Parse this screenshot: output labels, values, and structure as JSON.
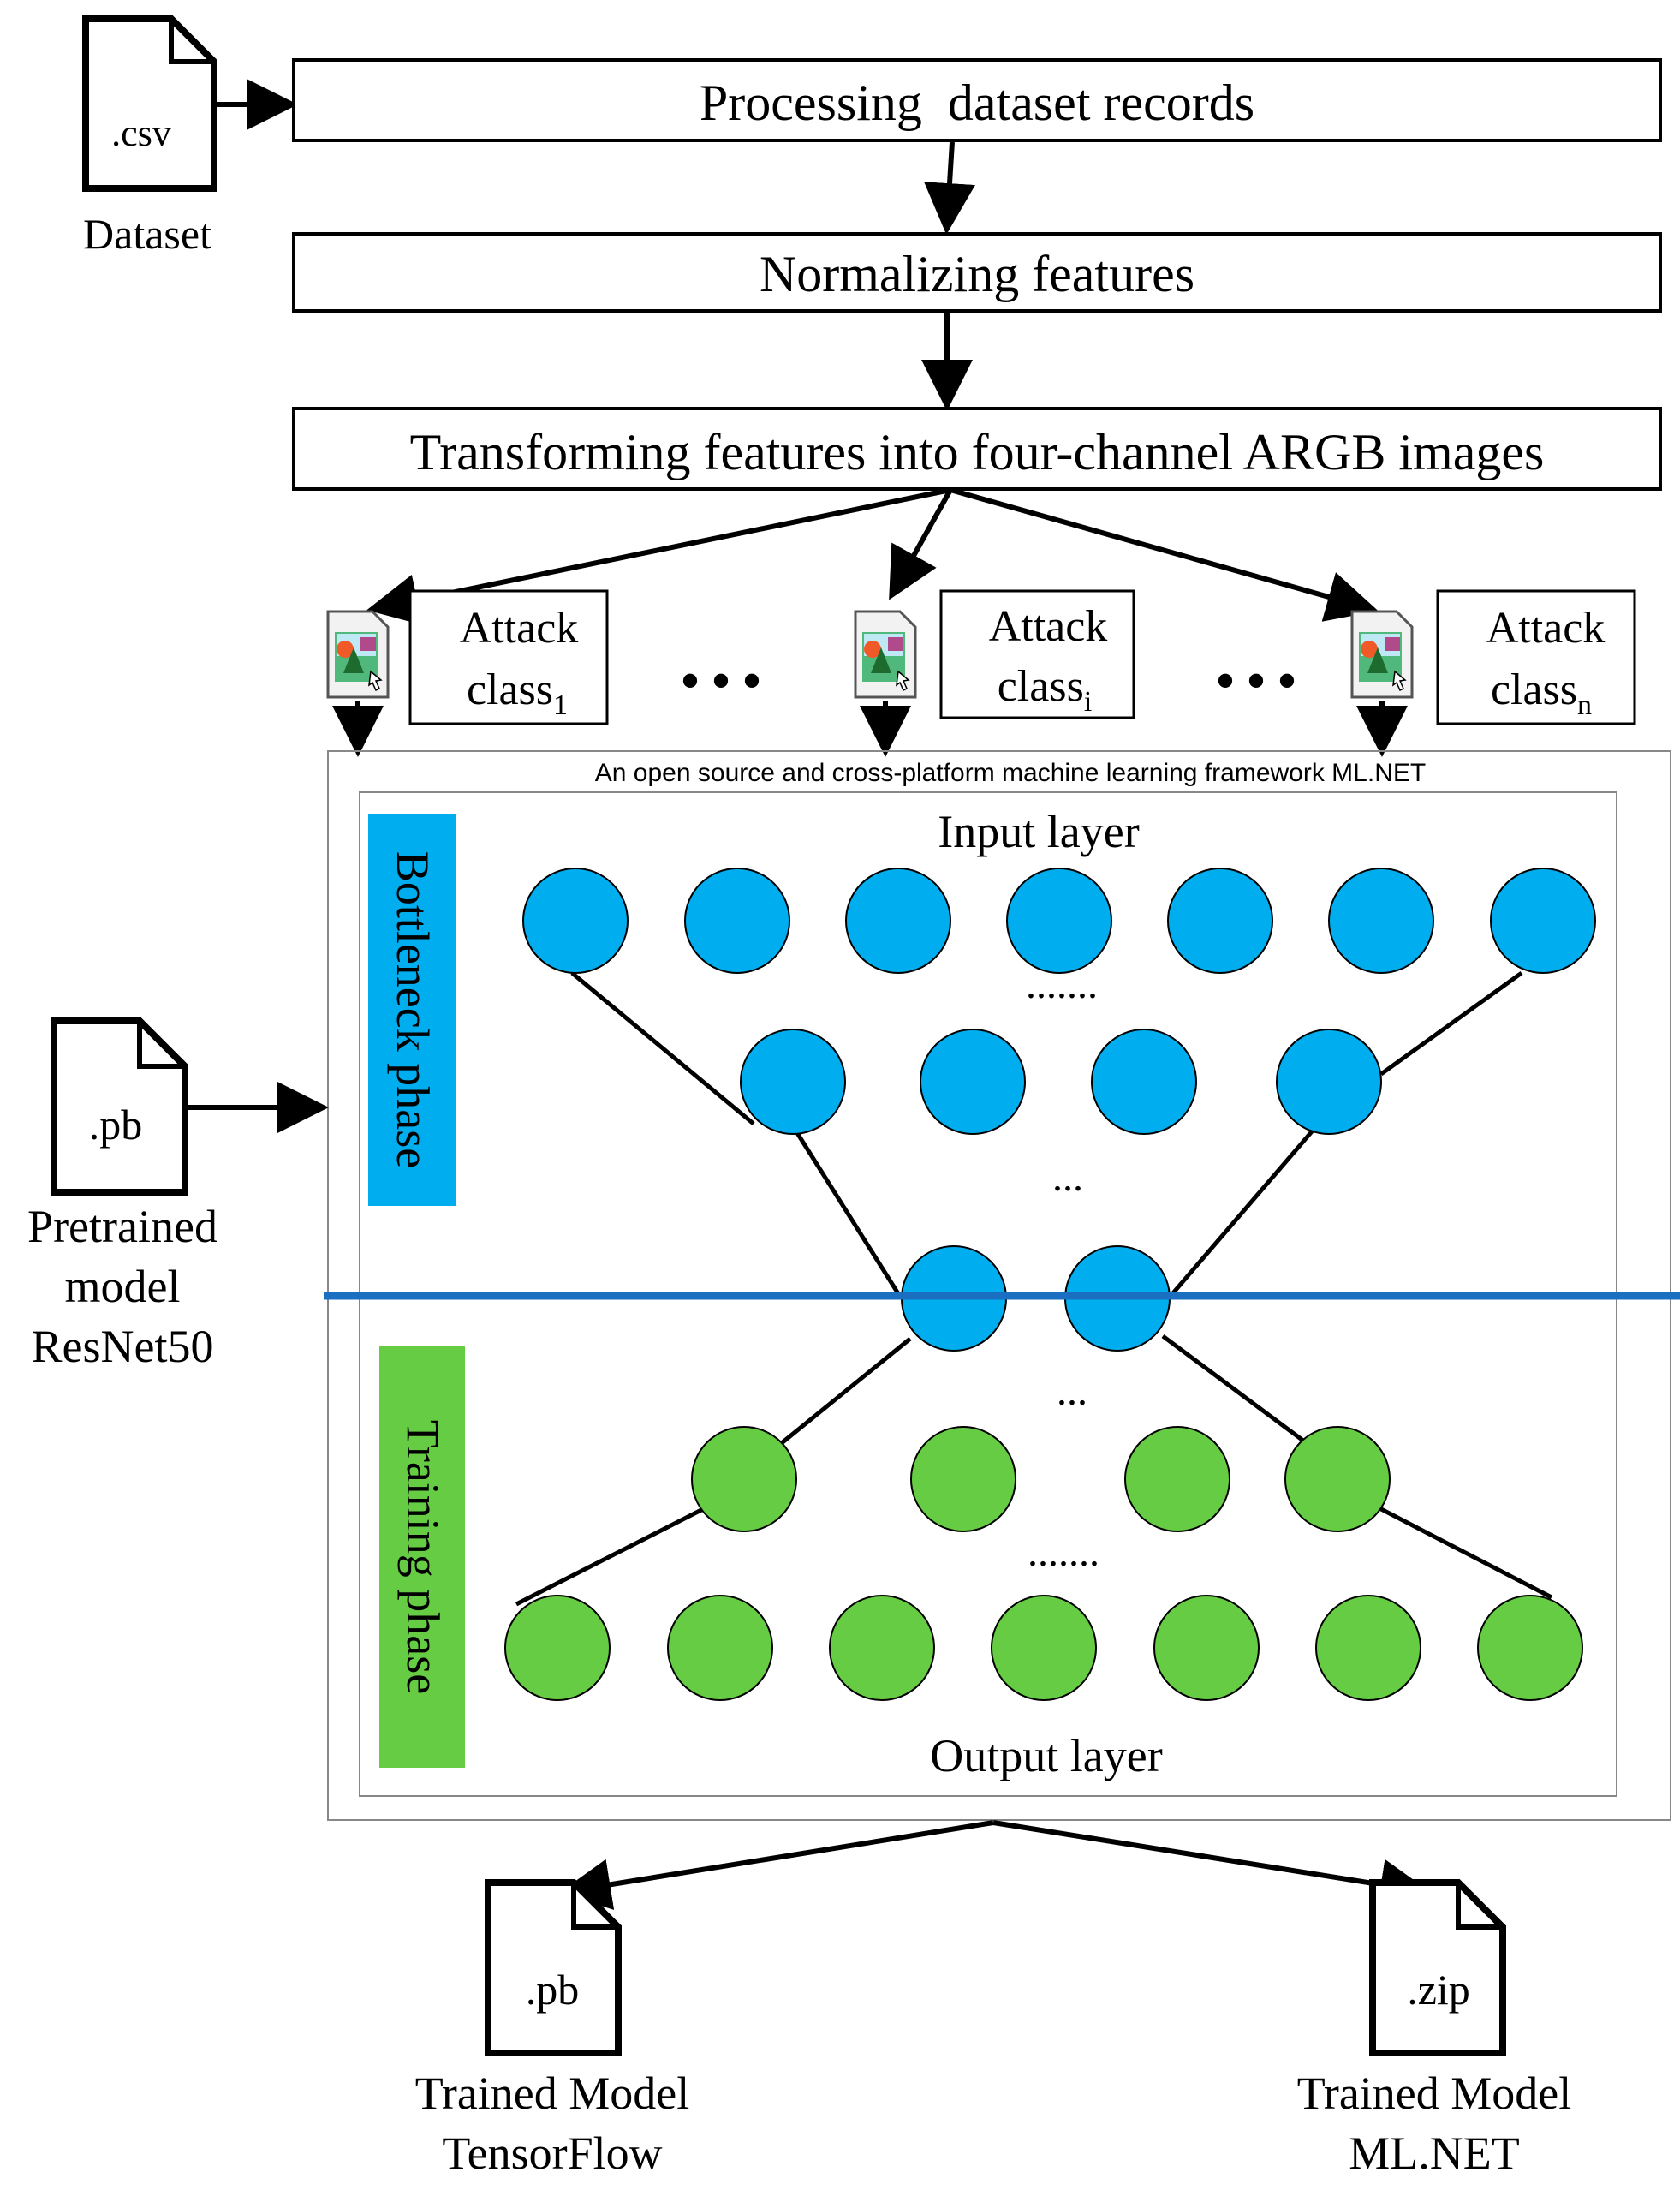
{
  "pipeline": {
    "input_file": {
      "ext": ".csv",
      "caption": "Dataset"
    },
    "steps": [
      "Processing  dataset records",
      "Normalizing features",
      "Transforming features into four-channel ARGB images"
    ]
  },
  "attack_classes": [
    {
      "label": "Attack",
      "base": "class",
      "subscript": "1"
    },
    {
      "label": "Attack",
      "base": "class",
      "subscript": "i"
    },
    {
      "label": "Attack",
      "base": "class",
      "subscript": "n"
    }
  ],
  "ellipsis": "• • •",
  "framework_caption": "An open source and cross-platform machine learning framework ML.NET",
  "pretrained": {
    "ext": ".pb",
    "caption_lines": [
      "Pretrained",
      "model",
      "ResNet50"
    ]
  },
  "network": {
    "input_layer_label": "Input layer",
    "output_layer_label": "Output layer",
    "bottleneck_phase_label": "Bottleneck phase",
    "training_phase_label": "Training phase",
    "dots_long": ".......",
    "dots_short": "...",
    "colors": {
      "bottleneck_node": "#00aeef",
      "training_node": "#66cc44",
      "divider": "#1a6fc0"
    }
  },
  "outputs": [
    {
      "ext": ".pb",
      "caption_lines": [
        "Trained Model",
        "TensorFlow"
      ]
    },
    {
      "ext": ".zip",
      "caption_lines": [
        "Trained Model",
        "ML.NET"
      ]
    }
  ]
}
